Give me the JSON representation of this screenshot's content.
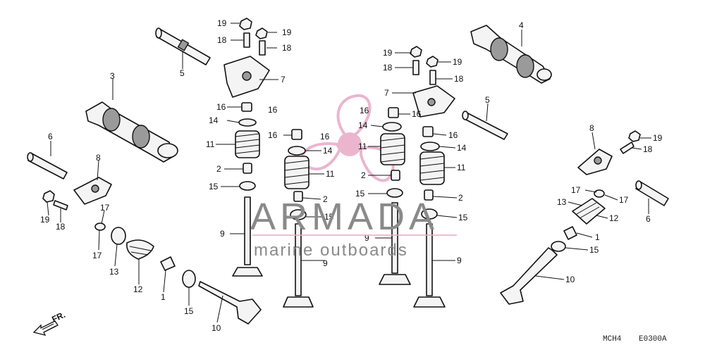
{
  "watermark": {
    "brand": "ARMADA",
    "tagline": "marine outboards",
    "logo_color": "#e8a9c6"
  },
  "direction_marker": "FR.",
  "diagram_code_left": "MCH4",
  "diagram_code_right": "E0300A",
  "callouts": [
    {
      "label": "19"
    },
    {
      "label": "18"
    },
    {
      "label": "19"
    },
    {
      "label": "18"
    },
    {
      "label": "5"
    },
    {
      "label": "7"
    },
    {
      "label": "3"
    },
    {
      "label": "16"
    },
    {
      "label": "16"
    },
    {
      "label": "14"
    },
    {
      "label": "11"
    },
    {
      "label": "2"
    },
    {
      "label": "15"
    },
    {
      "label": "9"
    },
    {
      "label": "6"
    },
    {
      "label": "8"
    },
    {
      "label": "19"
    },
    {
      "label": "18"
    },
    {
      "label": "17"
    },
    {
      "label": "17"
    },
    {
      "label": "13"
    },
    {
      "label": "12"
    },
    {
      "label": "1"
    },
    {
      "label": "15"
    },
    {
      "label": "10"
    },
    {
      "label": "16"
    },
    {
      "label": "16"
    },
    {
      "label": "14"
    },
    {
      "label": "11"
    },
    {
      "label": "2"
    },
    {
      "label": "15"
    },
    {
      "label": "9"
    },
    {
      "label": "19"
    },
    {
      "label": "18"
    },
    {
      "label": "19"
    },
    {
      "label": "18"
    },
    {
      "label": "7"
    },
    {
      "label": "16"
    },
    {
      "label": "16"
    },
    {
      "label": "14"
    },
    {
      "label": "11"
    },
    {
      "label": "2"
    },
    {
      "label": "15"
    },
    {
      "label": "9"
    },
    {
      "label": "16"
    },
    {
      "label": "14"
    },
    {
      "label": "11"
    },
    {
      "label": "2"
    },
    {
      "label": "15"
    },
    {
      "label": "9"
    },
    {
      "label": "4"
    },
    {
      "label": "5"
    },
    {
      "label": "8"
    },
    {
      "label": "19"
    },
    {
      "label": "18"
    },
    {
      "label": "17"
    },
    {
      "label": "17"
    },
    {
      "label": "13"
    },
    {
      "label": "12"
    },
    {
      "label": "1"
    },
    {
      "label": "15"
    },
    {
      "label": "6"
    },
    {
      "label": "10"
    }
  ]
}
